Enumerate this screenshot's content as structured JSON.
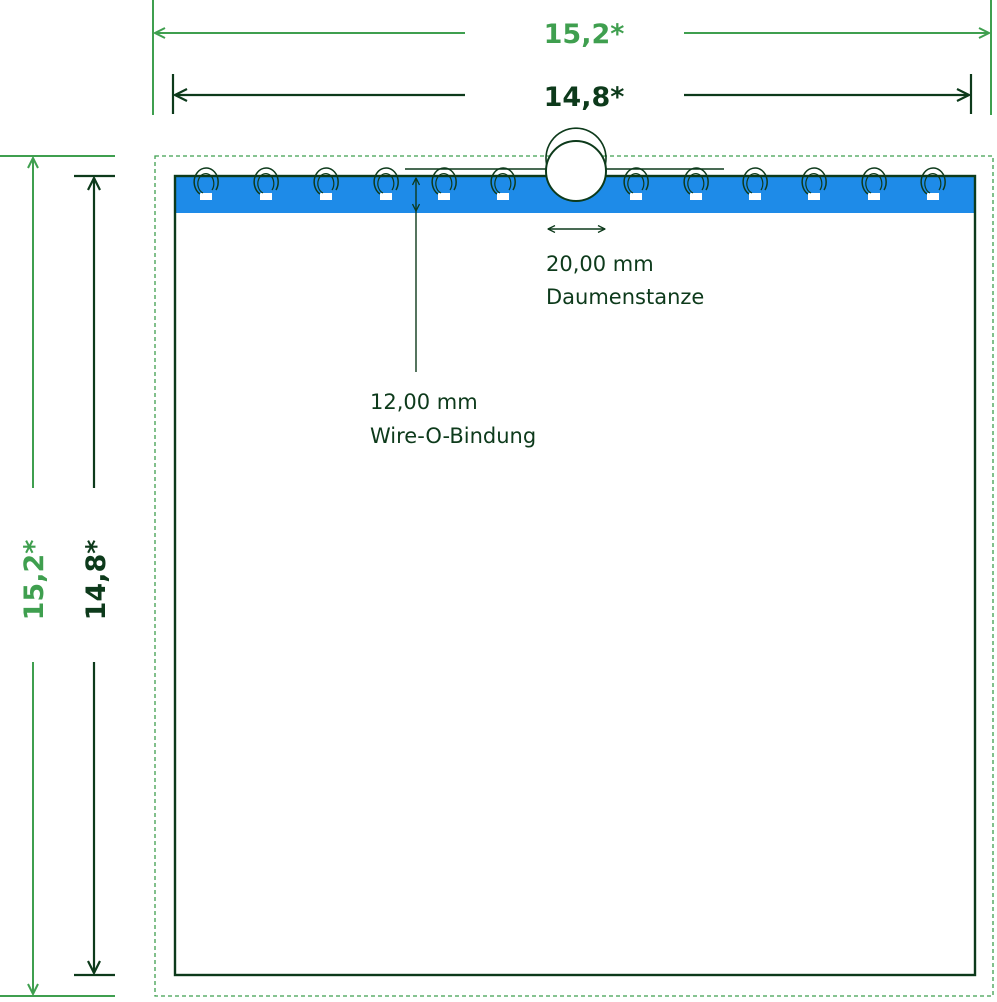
{
  "colors": {
    "bleed": "#3f9f4f",
    "trim": "#0d3a1b",
    "binding_strip": "#1e8be8",
    "background": "#ffffff"
  },
  "dimensions": {
    "outer_width_label": "15,2*",
    "inner_width_label": "14,8*",
    "outer_height_label": "15,2*",
    "inner_height_label": "14,8*"
  },
  "annotations": {
    "thumb_cut_size": "20,00 mm",
    "thumb_cut_name": "Daumenstanze",
    "binding_size": "12,00 mm",
    "binding_name": "Wire-O-Bindung"
  },
  "binding": {
    "type": "wire-o",
    "loop_count": 12
  }
}
